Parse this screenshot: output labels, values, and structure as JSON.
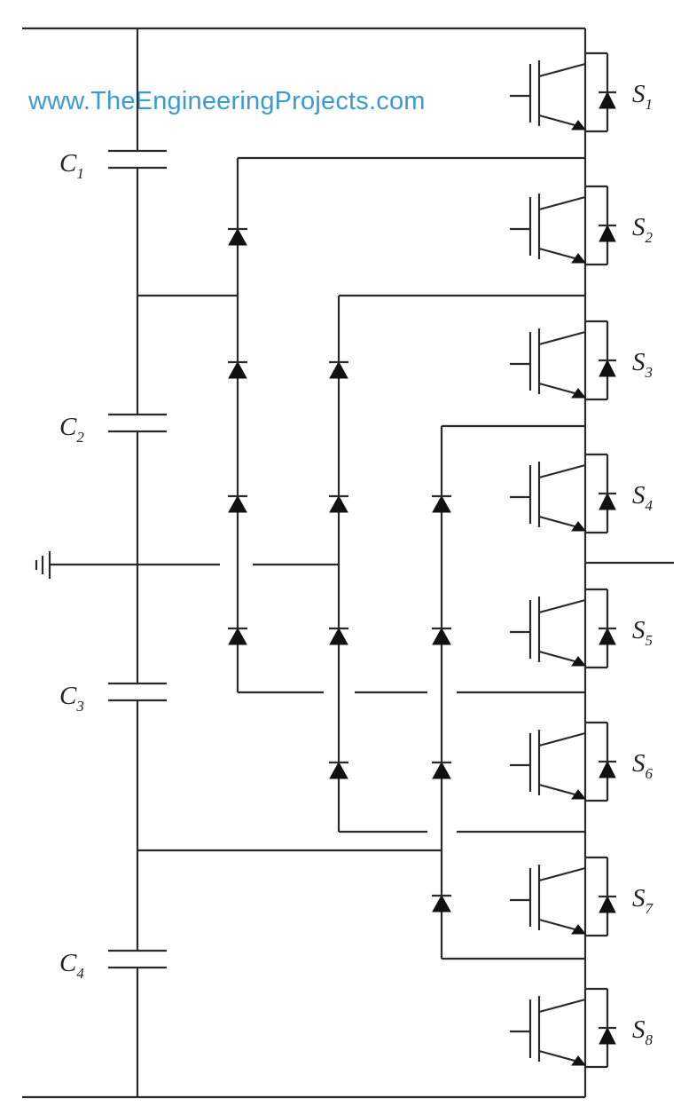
{
  "watermark": "www.TheEngineeringProjects.com",
  "capacitors": [
    {
      "letter": "C",
      "sub": "1"
    },
    {
      "letter": "C",
      "sub": "2"
    },
    {
      "letter": "C",
      "sub": "3"
    },
    {
      "letter": "C",
      "sub": "4"
    }
  ],
  "switches": [
    {
      "letter": "S",
      "sub": "1"
    },
    {
      "letter": "S",
      "sub": "2"
    },
    {
      "letter": "S",
      "sub": "3"
    },
    {
      "letter": "S",
      "sub": "4"
    },
    {
      "letter": "S",
      "sub": "5"
    },
    {
      "letter": "S",
      "sub": "6"
    },
    {
      "letter": "S",
      "sub": "7"
    },
    {
      "letter": "S",
      "sub": "8"
    }
  ],
  "symbols": {
    "ground": "ground-icon",
    "igbt": "igbt-icon",
    "diode": "diode-icon",
    "capacitor": "capacitor-icon"
  }
}
